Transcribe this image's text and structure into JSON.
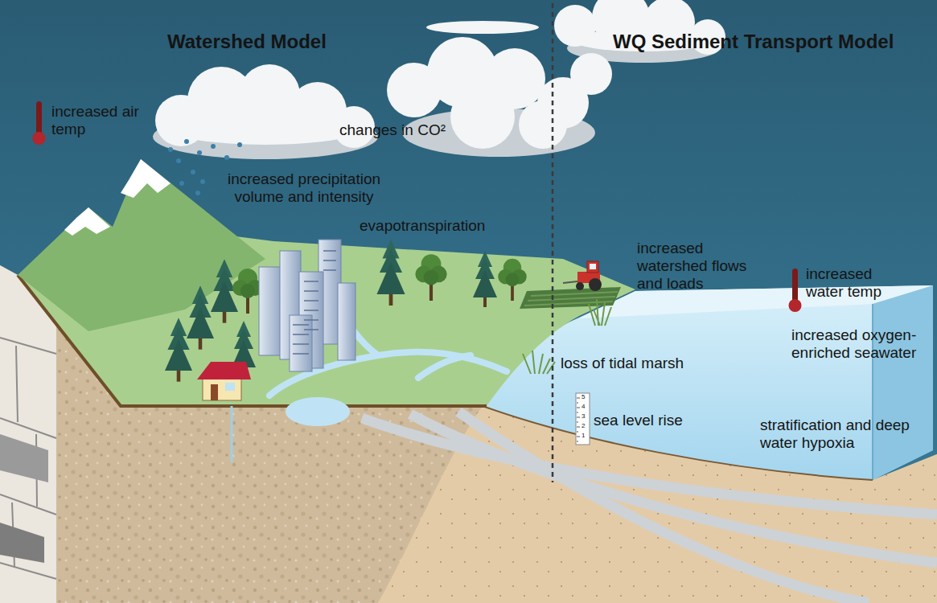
{
  "diagram": {
    "labels": [
      "Watershed Model",
      "WQ Sediment Transport Model",
      "increased air temp",
      "changes in CO²",
      "increased precipitation volume and intensity",
      "evapotranspiration",
      "increased watershed flows and loads",
      "increased water temp",
      "increased oxygen-enriched seawater",
      "loss of tidal marsh",
      "sea level rise",
      "stratification and deep water hypoxia",
      "5",
      "4",
      "3",
      "2",
      "1"
    ]
  }
}
